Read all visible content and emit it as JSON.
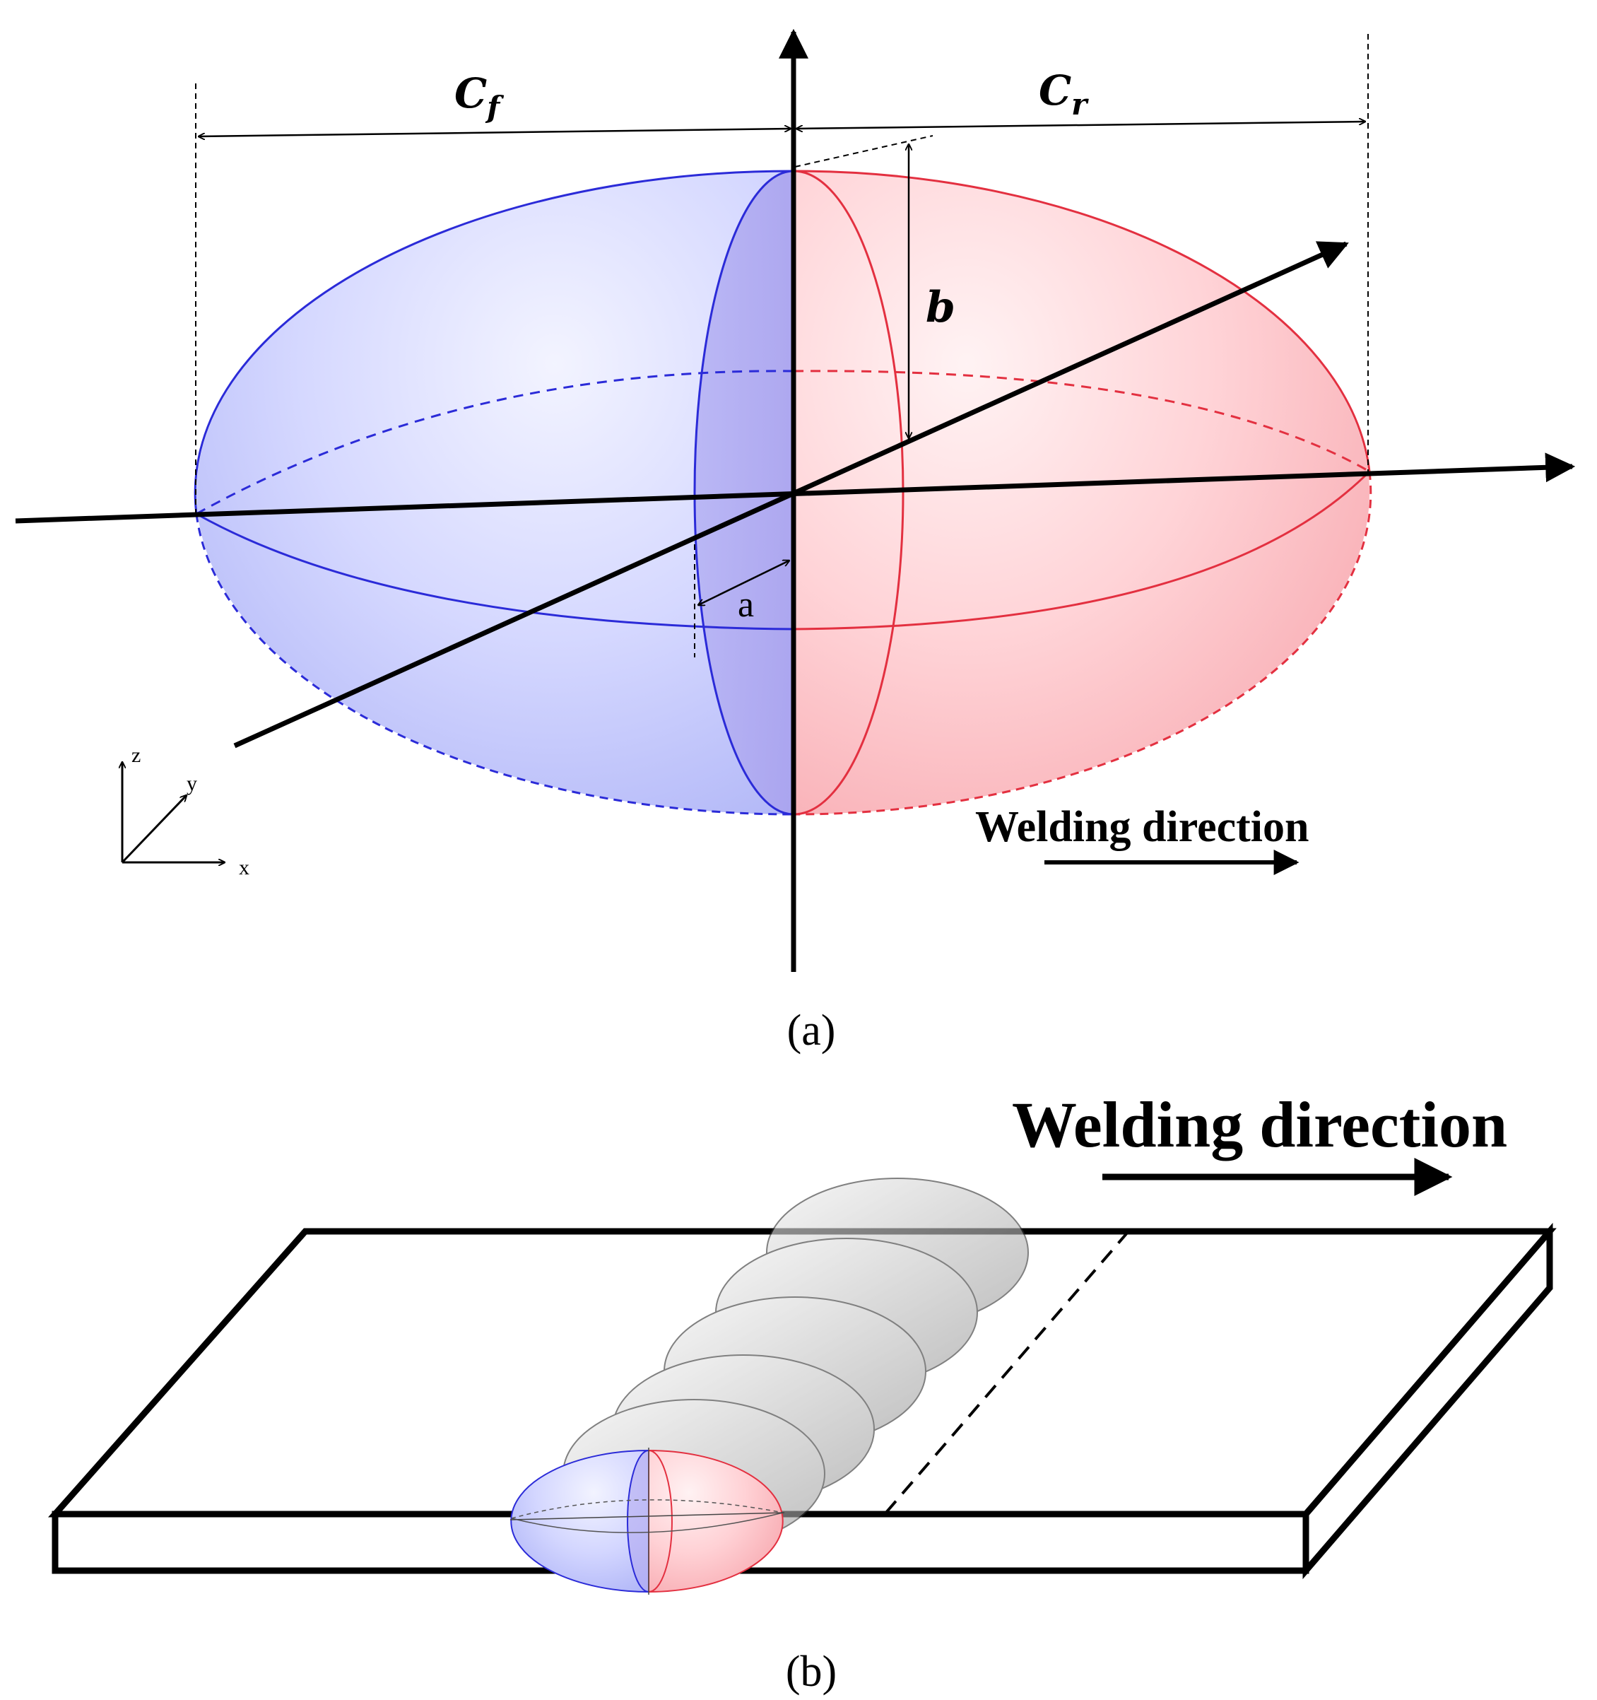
{
  "panel_a": {
    "caption": "(a)",
    "label_cf_main": "C",
    "label_cf_sub": "f",
    "label_cr_main": "C",
    "label_cr_sub": "r",
    "label_b": "b",
    "label_a": "a",
    "axis_x": "x",
    "axis_y": "y",
    "axis_z": "z",
    "welding_direction": "Welding direction"
  },
  "panel_b": {
    "caption": "(b)",
    "welding_direction": "Welding direction"
  },
  "colors": {
    "front_half": "#3a3af0",
    "rear_half": "#f03a4a",
    "front_fill": "#c9ccff",
    "rear_fill": "#ffc7cc",
    "trail_ellipse": "#bdbdbd",
    "ink": "#000000"
  }
}
